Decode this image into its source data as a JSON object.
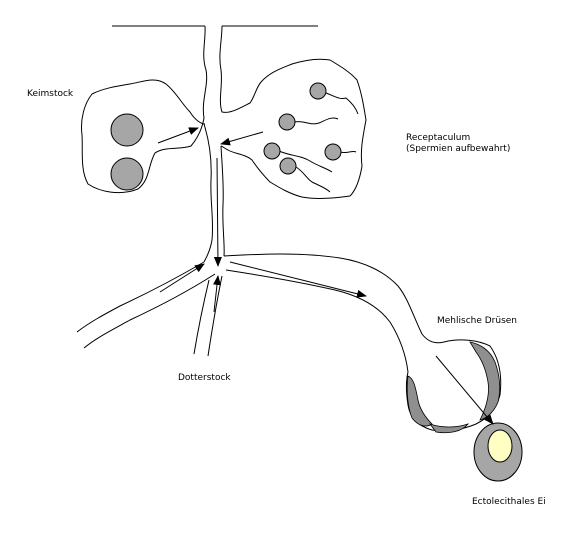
{
  "labels": {
    "keimstock": "Keimstock",
    "receptaculum_line1": "Receptaculum",
    "receptaculum_line2": "(Spermien aufbewahrt)",
    "mehlis": "Mehlische Drüsen",
    "dotterstock": "Dotterstock",
    "ei": "Ectolecithales Ei"
  },
  "colors": {
    "line": "#000000",
    "cell_fill": "#a6a6a6",
    "gland_fill": "#8f8f8f",
    "egg_shell": "#a6a6a6",
    "egg_yolk": "#ffffc4"
  }
}
